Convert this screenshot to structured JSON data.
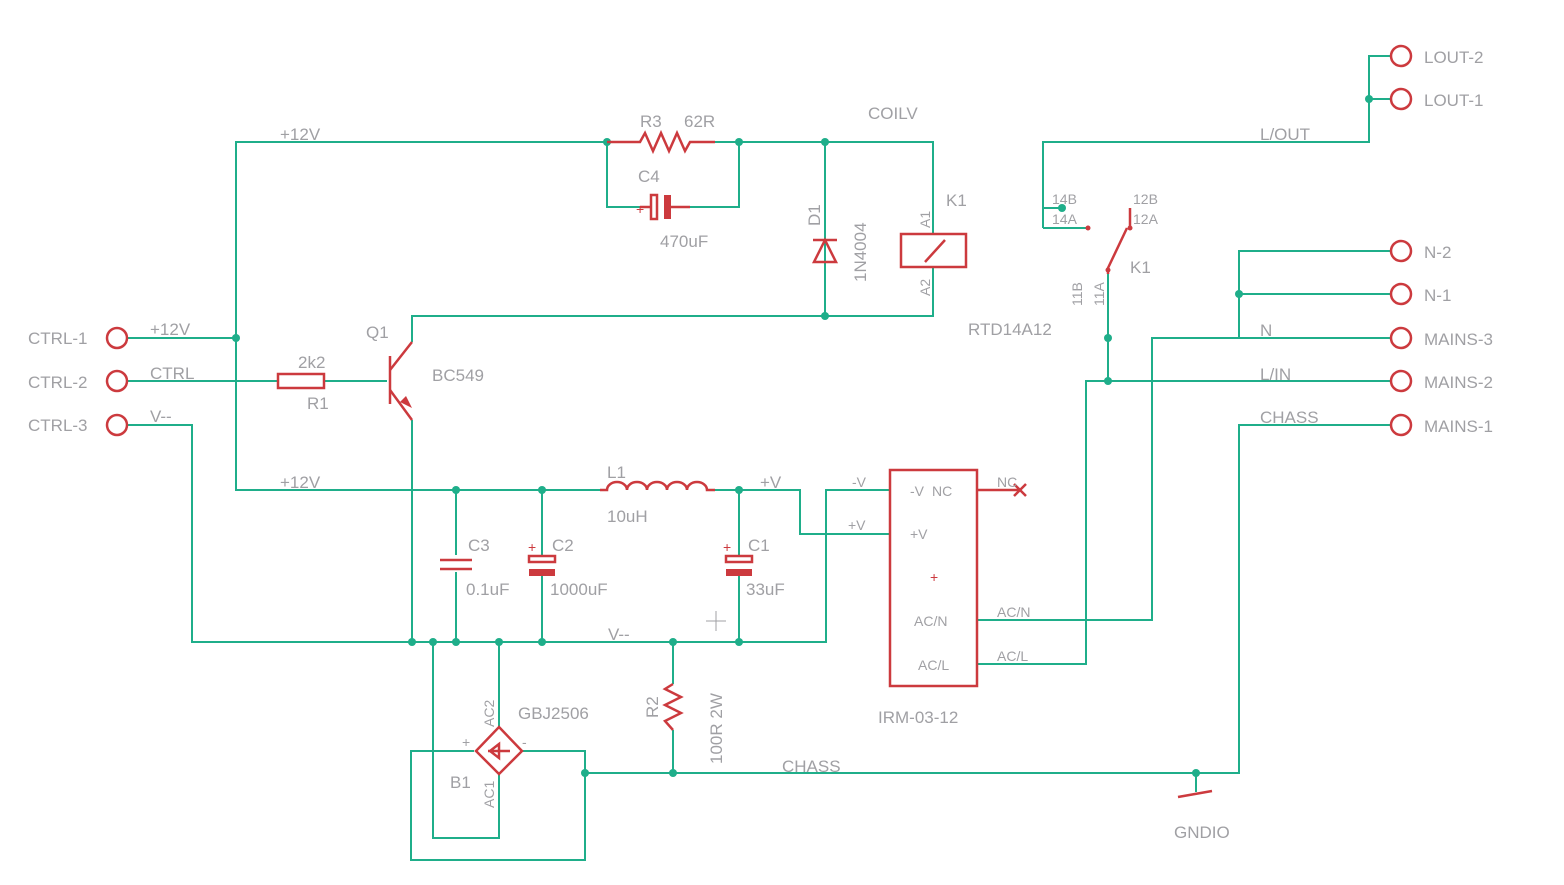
{
  "connectors": {
    "ctrl1": "CTRL-1",
    "ctrl2": "CTRL-2",
    "ctrl3": "CTRL-3",
    "lout2": "LOUT-2",
    "lout1": "LOUT-1",
    "n2": "N-2",
    "n1": "N-1",
    "mains3": "MAINS-3",
    "mains2": "MAINS-2",
    "mains1": "MAINS-1"
  },
  "nets": {
    "p12_top": "+12V",
    "p12_ctrl": "+12V",
    "ctrl": "CTRL",
    "vneg_ctrl": "V--",
    "p12_mid": "+12V",
    "plusv": "+V",
    "vneg_bus": "V--",
    "coilv": "COILV",
    "lout": "L/OUT",
    "n": "N",
    "lin": "L/IN",
    "chass_right": "CHASS",
    "chass_bottom": "CHASS",
    "psu_vneg": "-V",
    "psu_vpos": "+V",
    "psu_acn": "AC/N",
    "psu_acl": "AC/L",
    "nc": "NC"
  },
  "parts": {
    "r3_name": "R3",
    "r3_value": "62R",
    "c4_name": "C4",
    "c4_value": "470uF",
    "d1_name": "D1",
    "d1_value": "1N4004",
    "k1_coil_name": "K1",
    "k1_contact_name": "K1",
    "k1_value": "RTD14A12",
    "q1_name": "Q1",
    "q1_value": "BC549",
    "r1_name": "R1",
    "r1_value": "2k2",
    "l1_name": "L1",
    "l1_value": "10uH",
    "c3_name": "C3",
    "c3_value": "0.1uF",
    "c2_name": "C2",
    "c2_value": "1000uF",
    "c1_name": "C1",
    "c1_value": "33uF",
    "r2_name": "R2",
    "r2_value": "100R 2W",
    "b1_name": "B1",
    "b1_value": "GBJ2506",
    "psu_value": "IRM-03-12",
    "gnd_name": "GNDIO"
  },
  "pins": {
    "a1": "A1",
    "a2": "A2",
    "p14b": "14B",
    "p14a": "14A",
    "p12b": "12B",
    "p12a": "12A",
    "p11b": "11B",
    "p11a": "11A",
    "psu_vneg": "-V",
    "psu_nc": "NC",
    "psu_vpos": "+V",
    "psu_acn": "AC/N",
    "psu_acl": "AC/L",
    "b1_ac2": "AC2",
    "b1_ac1": "AC1",
    "b1_plus": "+",
    "b1_minus": "-"
  },
  "colors": {
    "wire": "#1fae8a",
    "symbol": "#cc3a3e",
    "label": "#a0a0a4",
    "background": "#ffffff"
  }
}
